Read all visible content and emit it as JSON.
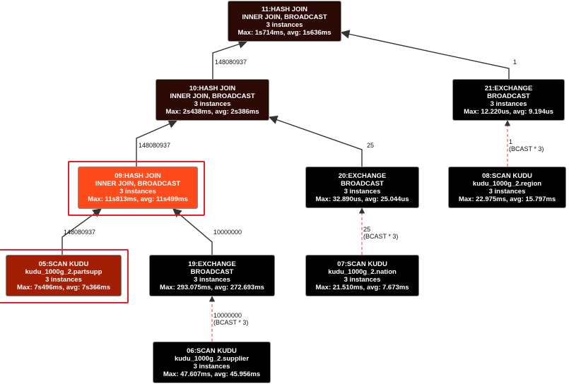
{
  "colors": {
    "node_dark": "#000000",
    "node_dark_brown": "#2b0a06",
    "node_orange": "#ff4a1c",
    "node_red_brown": "#a21f05",
    "highlight_border": "#e0202a",
    "edge": "#333333",
    "broadcast_edge": "#ff5555"
  },
  "nodes": [
    {
      "id": "n11",
      "lines": [
        "11:HASH JOIN",
        "INNER JOIN, BROADCAST",
        "3 instances",
        "Max: 1s714ms, avg: 1s636ms"
      ]
    },
    {
      "id": "n10",
      "lines": [
        "10:HASH JOIN",
        "INNER JOIN, BROADCAST",
        "3 instances",
        "Max: 2s438ms, avg: 2s386ms"
      ]
    },
    {
      "id": "n21",
      "lines": [
        "21:EXCHANGE",
        "BROADCAST",
        "3 instances",
        "Max: 12.220us, avg: 9.194us"
      ]
    },
    {
      "id": "n09",
      "lines": [
        "09:HASH JOIN",
        "INNER JOIN, BROADCAST",
        "3 instances",
        "Max: 11s813ms, avg: 11s499ms"
      ]
    },
    {
      "id": "n20",
      "lines": [
        "20:EXCHANGE",
        "BROADCAST",
        "3 instances",
        "Max: 32.890us, avg: 25.044us"
      ]
    },
    {
      "id": "n08",
      "lines": [
        "08:SCAN KUDU",
        "kudu_1000g_2.region",
        "3 instances",
        "Max: 22.975ms, avg: 15.797ms"
      ]
    },
    {
      "id": "n05",
      "lines": [
        "05:SCAN KUDU",
        "kudu_1000g_2.partsupp",
        "3 instances",
        "Max: 7s496ms, avg: 7s366ms"
      ]
    },
    {
      "id": "n19",
      "lines": [
        "19:EXCHANGE",
        "BROADCAST",
        "3 instances",
        "Max: 293.075ms, avg: 272.693ms"
      ]
    },
    {
      "id": "n07",
      "lines": [
        "07:SCAN KUDU",
        "kudu_1000g_2.nation",
        "3 instances",
        "Max: 21.510ms, avg: 7.673ms"
      ]
    },
    {
      "id": "n06",
      "lines": [
        "06:SCAN KUDU",
        "kudu_1000g_2.supplier",
        "3 instances",
        "Max: 47.607ms, avg: 45.956ms"
      ]
    }
  ],
  "edges": [
    {
      "id": "e10-11",
      "lines": [
        "148080937"
      ]
    },
    {
      "id": "e21-11",
      "lines": [
        "1"
      ]
    },
    {
      "id": "e09-10",
      "lines": [
        "148080937"
      ]
    },
    {
      "id": "e20-10",
      "lines": [
        "25"
      ]
    },
    {
      "id": "e08-21",
      "lines": [
        "1",
        "(BCAST * 3)"
      ]
    },
    {
      "id": "e05-09",
      "lines": [
        "148080937"
      ]
    },
    {
      "id": "e19-09",
      "lines": [
        "10000000"
      ]
    },
    {
      "id": "e07-20",
      "lines": [
        "25",
        "(BCAST * 3)"
      ]
    },
    {
      "id": "e06-19",
      "lines": [
        "10000000",
        "(BCAST * 3)"
      ]
    }
  ]
}
